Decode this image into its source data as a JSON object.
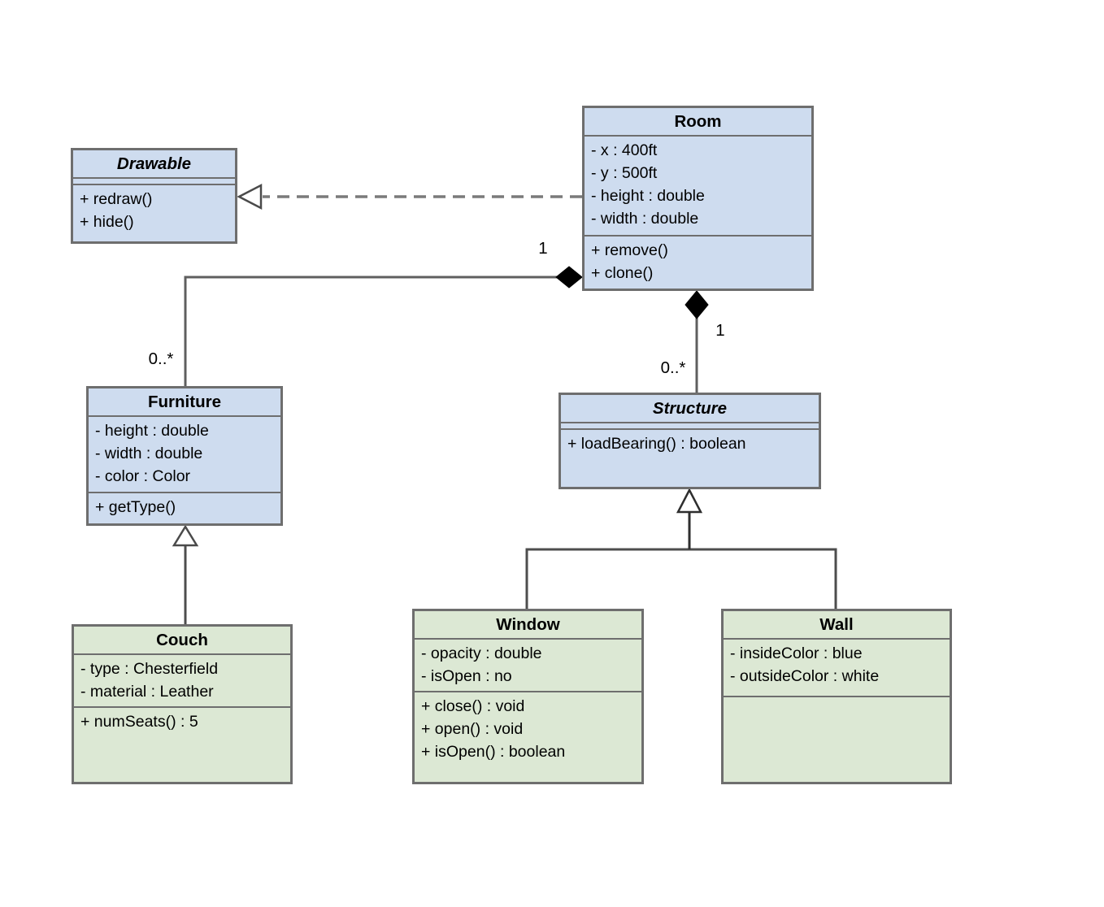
{
  "diagram_type": "uml-class-diagram",
  "colors": {
    "class_fill_blue": "#cedcef",
    "class_fill_green": "#dce8d4",
    "class_border": "#6e6e6e",
    "connector_line": "#5a5a5a",
    "diamond_fill": "#000000",
    "background": "#ffffff"
  },
  "classes": {
    "drawable": {
      "name": "Drawable",
      "stereotype": "abstract",
      "attributes": [],
      "methods": [
        "+ redraw()",
        "+ hide()"
      ]
    },
    "room": {
      "name": "Room",
      "stereotype": "",
      "attributes": [
        "- x : 400ft",
        "- y : 500ft",
        "- height : double",
        "- width : double"
      ],
      "methods": [
        "+ remove()",
        "+ clone()"
      ]
    },
    "furniture": {
      "name": "Furniture",
      "stereotype": "",
      "attributes": [
        "- height : double",
        "- width : double",
        "- color : Color"
      ],
      "methods": [
        "+ getType()"
      ]
    },
    "structure": {
      "name": "Structure",
      "stereotype": "abstract",
      "attributes": [],
      "methods": [
        "+ loadBearing() : boolean"
      ]
    },
    "couch": {
      "name": "Couch",
      "stereotype": "",
      "attributes": [
        "- type : Chesterfield",
        "- material : Leather"
      ],
      "methods": [
        "+ numSeats() : 5"
      ]
    },
    "window": {
      "name": "Window",
      "stereotype": "",
      "attributes": [
        "- opacity : double",
        "- isOpen : no"
      ],
      "methods": [
        "+ close() : void",
        "+ open() : void",
        "+ isOpen() : boolean"
      ]
    },
    "wall": {
      "name": "Wall",
      "stereotype": "",
      "attributes": [
        "- insideColor : blue",
        "- outsideColor : white"
      ],
      "methods": []
    }
  },
  "relationships": {
    "room_realizes_drawable": {
      "type": "realization",
      "from": "Room",
      "to": "Drawable"
    },
    "room_has_furniture": {
      "type": "composition",
      "from": "Room",
      "to": "Furniture",
      "from_multiplicity": "1",
      "to_multiplicity": "0..*"
    },
    "room_has_structure": {
      "type": "composition",
      "from": "Room",
      "to": "Structure",
      "from_multiplicity": "1",
      "to_multiplicity": "0..*"
    },
    "couch_extends_furniture": {
      "type": "generalization",
      "from": "Couch",
      "to": "Furniture"
    },
    "window_extends_structure": {
      "type": "generalization",
      "from": "Window",
      "to": "Structure"
    },
    "wall_extends_structure": {
      "type": "generalization",
      "from": "Wall",
      "to": "Structure"
    }
  }
}
